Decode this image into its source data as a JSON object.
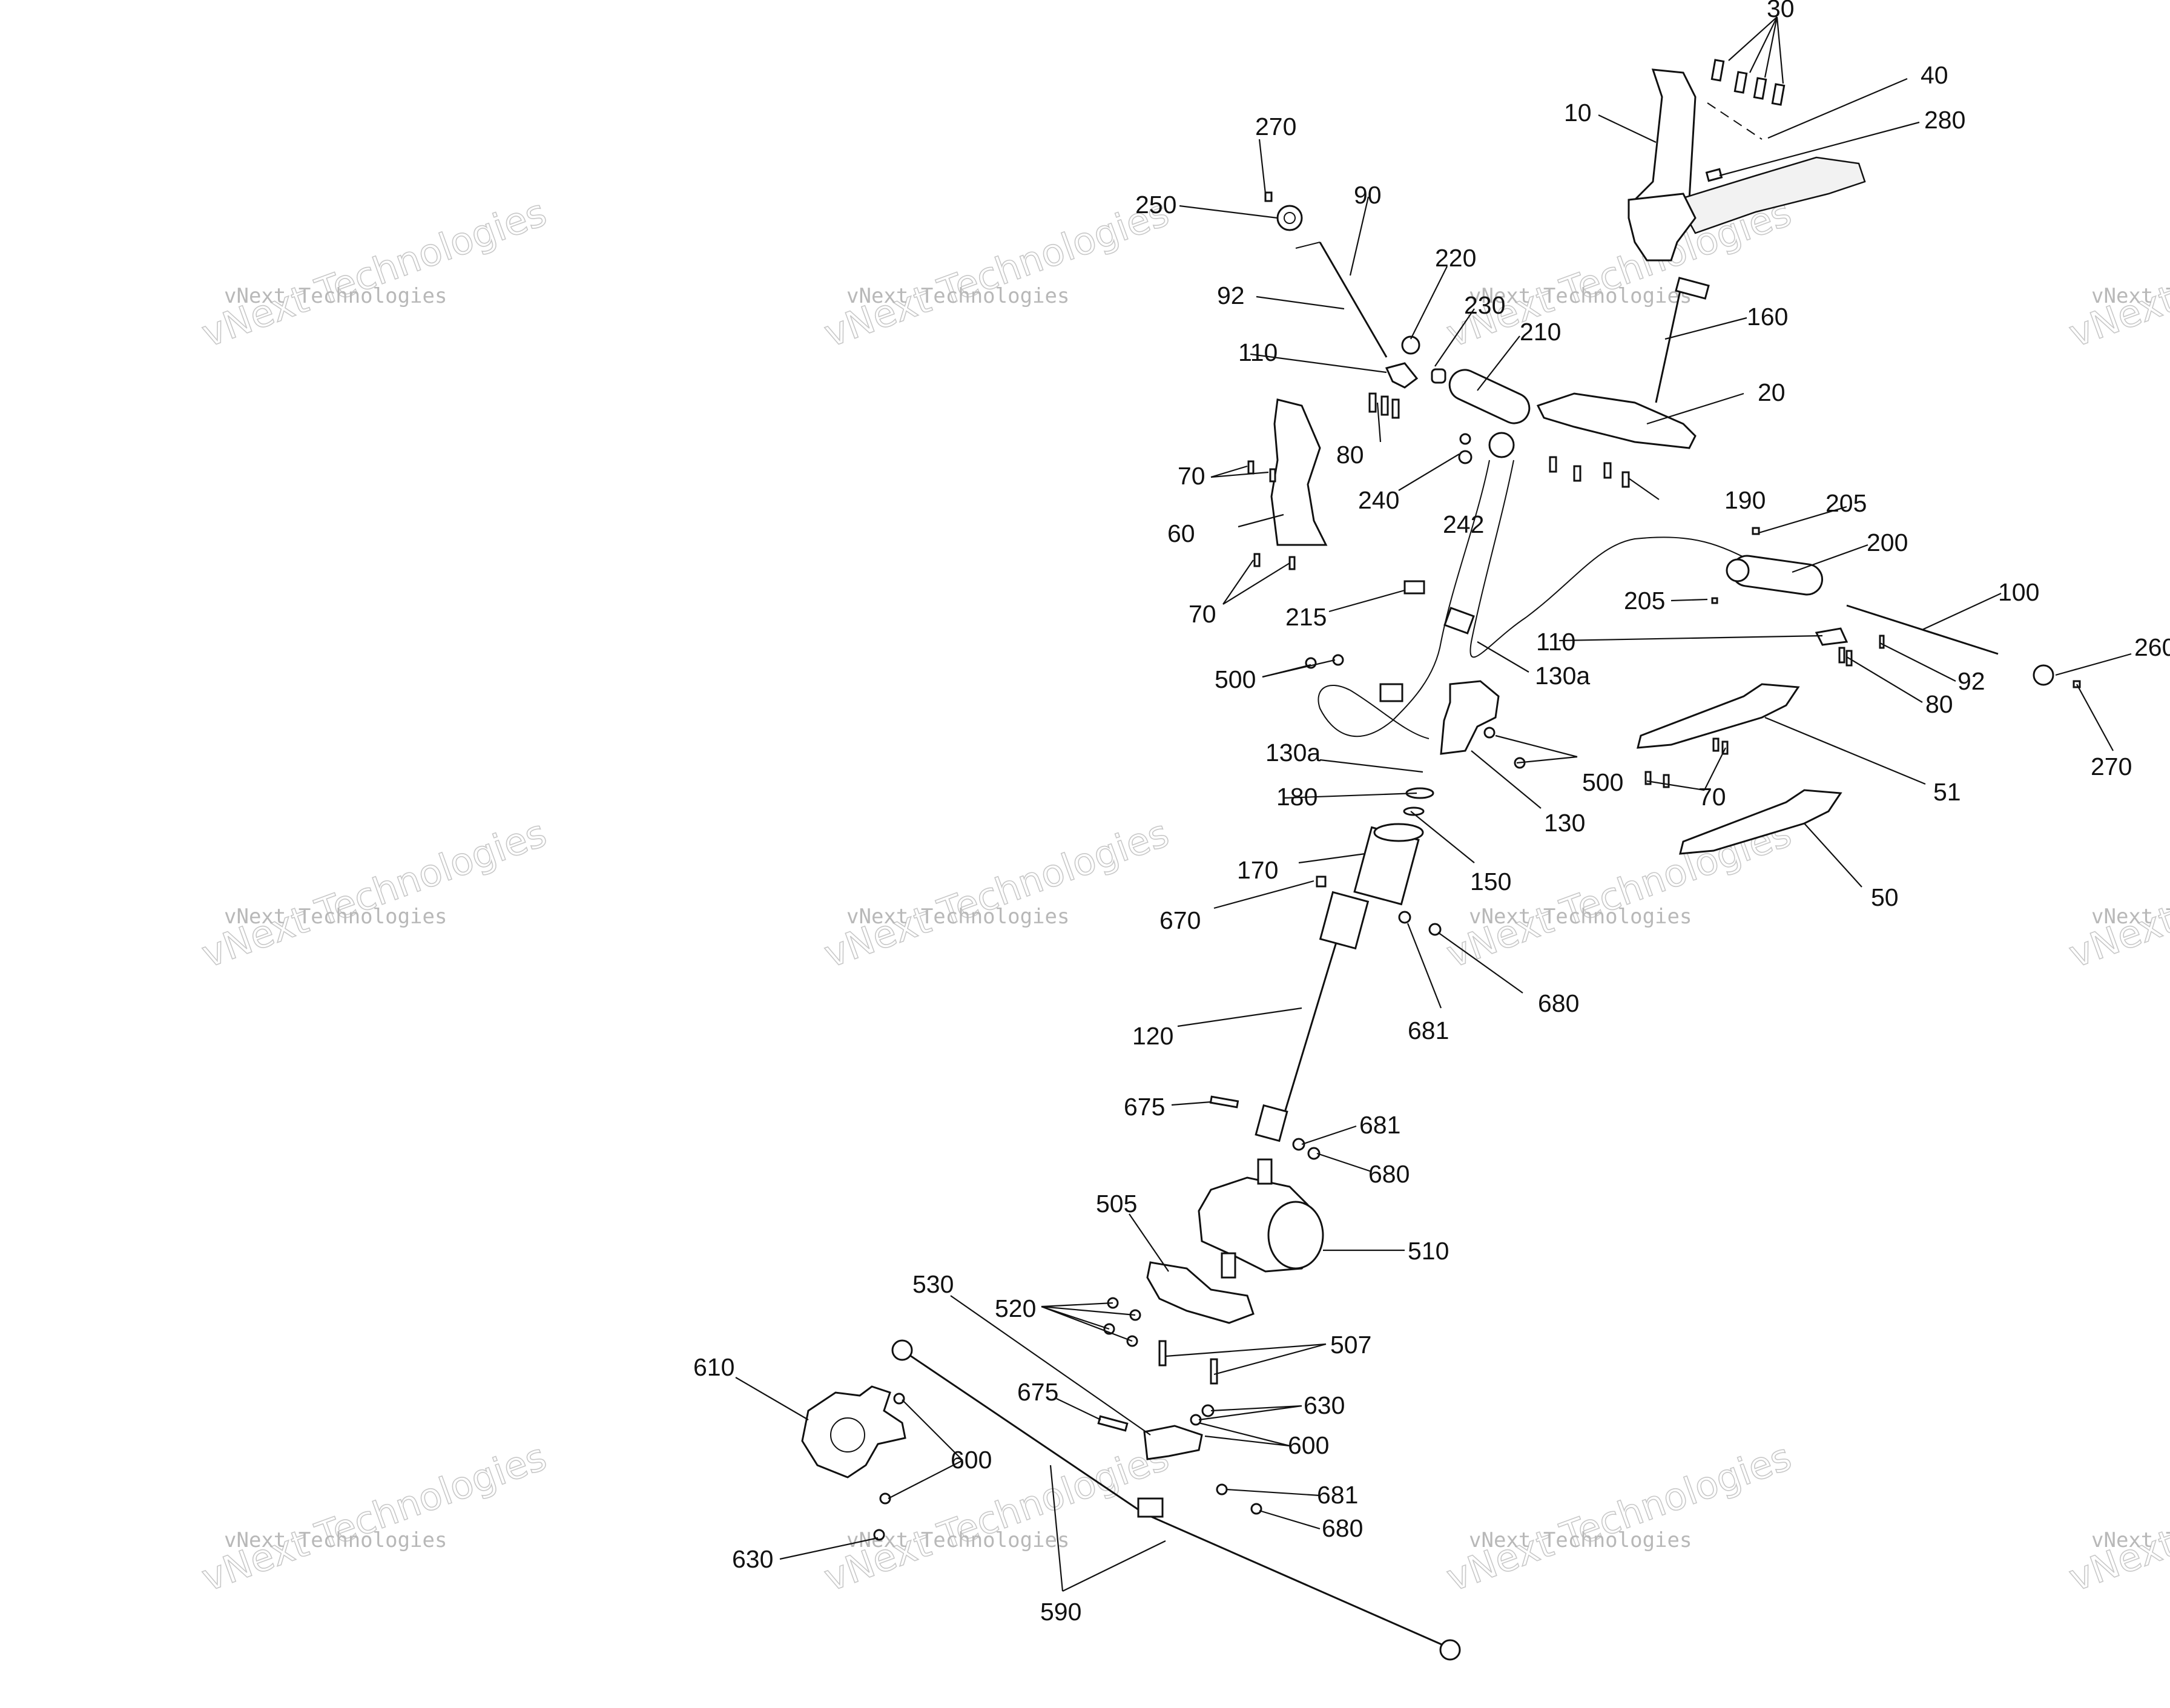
{
  "watermark": {
    "line1": "vNext Technologies",
    "line2": "vNext Technologies"
  },
  "callouts": {
    "c10": "10",
    "c20": "20",
    "c30": "30",
    "c40": "40",
    "c50": "50",
    "c51": "51",
    "c60": "60",
    "c70a": "70",
    "c70b": "70",
    "c70c": "70",
    "c80a": "80",
    "c80b": "80",
    "c90": "90",
    "c92a": "92",
    "c92b": "92",
    "c100": "100",
    "c110a": "110",
    "c110b": "110",
    "c120": "120",
    "c130": "130",
    "c130a1": "130a",
    "c130a2": "130a",
    "c150": "150",
    "c160": "160",
    "c170": "170",
    "c180": "180",
    "c190": "190",
    "c200": "200",
    "c205a": "205",
    "c205b": "205",
    "c210": "210",
    "c215": "215",
    "c220": "220",
    "c230": "230",
    "c240": "240",
    "c242": "242",
    "c250": "250",
    "c260": "260",
    "c270a": "270",
    "c270b": "270",
    "c280": "280",
    "c500a": "500",
    "c500b": "500",
    "c505": "505",
    "c507": "507",
    "c510": "510",
    "c520": "520",
    "c530": "530",
    "c590": "590",
    "c600a": "600",
    "c600b": "600",
    "c610": "610",
    "c630a": "630",
    "c630b": "630",
    "c670": "670",
    "c675a": "675",
    "c675b": "675",
    "c680a": "680",
    "c680b": "680",
    "c680c": "680",
    "c681a": "681",
    "c681b": "681",
    "c681c": "681"
  },
  "colors": {
    "line": "#111111",
    "watermark": "#c0c0c0",
    "background": "#ffffff"
  }
}
